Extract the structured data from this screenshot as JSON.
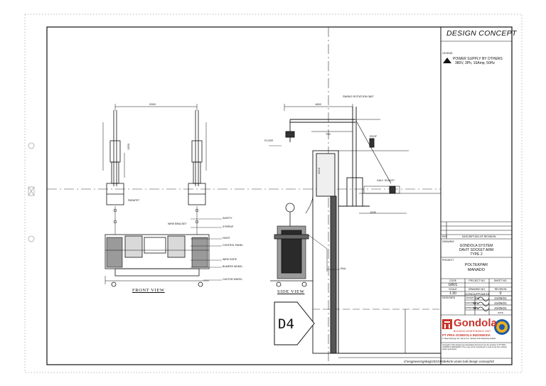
{
  "title_block": {
    "header": "DESIGN CONCEPT",
    "legend_symbol_label": "LEGEND",
    "legend_line1": "POWER SUPPLY BY OTHERS",
    "legend_line2": "380V, 3Ph, 16Amp, 50Hz",
    "rev_col1": "REV",
    "rev_col2": "DESCRIPTION OF REVISION",
    "drawing_title_label": "DRAWING",
    "drawing_title_1": "GONDOLA SYSTEM",
    "drawing_title_2": "DAVIT SOCKET ARM",
    "drawing_title_3": "TYPE 2",
    "project_label": "PROJECT",
    "project_1": "POLTEKPAR",
    "project_2": "MANADO",
    "code_label": "CODE",
    "project_no_label": "PROJECT NO.",
    "sheet_no_label": "SHEET NO.",
    "code_value": "GB01",
    "scale_label": "SCALE",
    "drawing_no_label": "DRAWING NO.",
    "revision_label": "REVISION",
    "scale_value": "1:30",
    "drawing_no_value": "GONDA/PP/AM/18",
    "revision_value": "0",
    "designed_label": "DESIGNED",
    "drawn_label": "DRAWN",
    "checked_label": "CHECKED",
    "approved_label": "APPROVED",
    "dwn_name": "SH",
    "chk_name": "MR",
    "app_name": "MR",
    "date_label": "DATE",
    "date1": "21/06/21",
    "date2": "21/06/21",
    "date3": "21/06/21",
    "company_brand": "Gondola",
    "company_tagline": "BUILDING MAINTENANCE UNIT",
    "company_name": "PT PRIA GONDOLA INDONESIA",
    "company_addr": "Jl. Raya Serpong, Kel. Serua, Kec. Ciputat, Kota Tangerang Selatan",
    "notice": "Copyright of this drawing and associated documents are the property of PT PRIA GONDOLA INDONESIA. They may not be reproduced or used in any form without written permission.",
    "file_path": "d:\\engineering\\dwg\\2021\\Poltekmk vicolo ball design concept\\r0"
  },
  "views": {
    "front": "FRONT VIEW",
    "side": "SIDE VIEW",
    "section_tag": "D4"
  },
  "dims": {
    "front_span": "2000",
    "front_mast": "1350",
    "side_arm": "1800",
    "side_short": "750",
    "side_base": "1000",
    "rotation": "SWING ROTATION 360°",
    "side_height": "1224"
  },
  "callouts": {
    "c1": "SAFETY",
    "c2": "STIRRUP",
    "c3": "HOIST",
    "c4": "CONTROL PANEL",
    "c5": "WIRE ROPE",
    "c6": "BUMPER WHEEL",
    "c7": "WIRE BRACKET",
    "c8": "CASTOR WHEEL",
    "c9": "ROOF",
    "c10": "GALV. SOCKET",
    "c11": "FLOOR",
    "c12": "PARAPET",
    "c13": "RAIL"
  }
}
